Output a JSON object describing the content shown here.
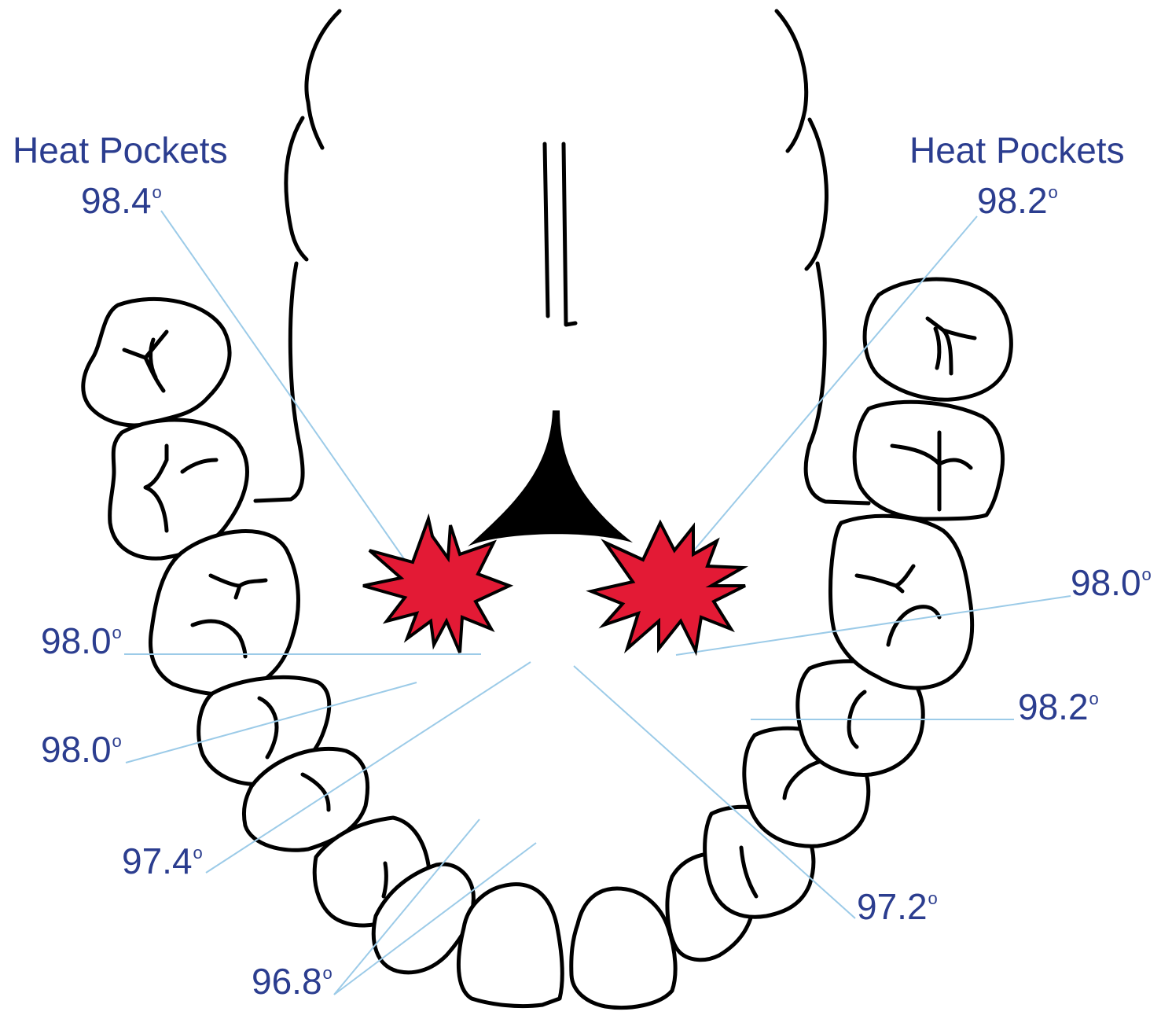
{
  "heat_pockets": [
    {
      "side": "left",
      "title": "Heat Pockets",
      "value": "98.4",
      "unit": "o"
    },
    {
      "side": "right",
      "title": "Heat Pockets",
      "value": "98.2",
      "unit": "o"
    }
  ],
  "readings": [
    {
      "id": "left-1",
      "value": "98.0",
      "unit": "o"
    },
    {
      "id": "left-2",
      "value": "98.0",
      "unit": "o"
    },
    {
      "id": "left-3",
      "value": "97.4",
      "unit": "o"
    },
    {
      "id": "front",
      "value": "96.8",
      "unit": "o"
    },
    {
      "id": "right-1",
      "value": "98.0",
      "unit": "o"
    },
    {
      "id": "right-2",
      "value": "98.2",
      "unit": "o"
    },
    {
      "id": "right-3",
      "value": "97.2",
      "unit": "o"
    }
  ],
  "colors": {
    "label": "#2b3d8f",
    "leader": "#9ccbe8",
    "heat": "#e31a35",
    "outline": "#000000"
  }
}
